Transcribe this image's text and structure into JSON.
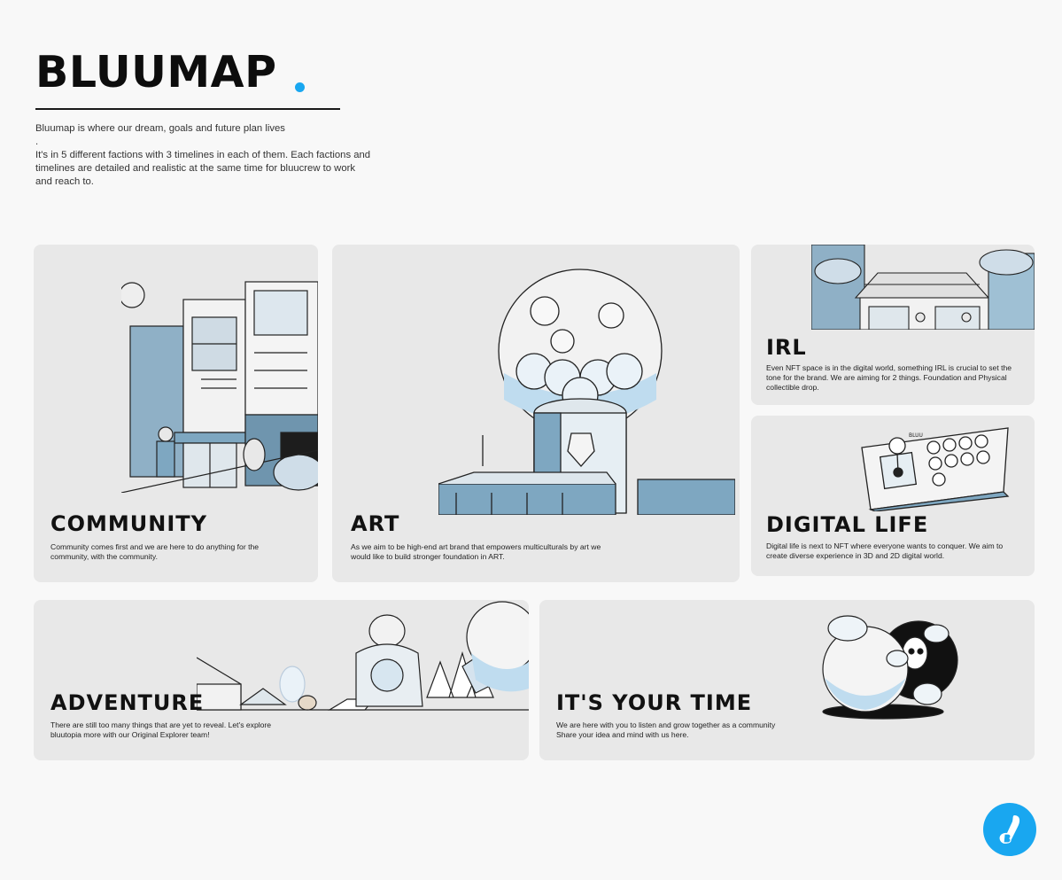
{
  "header": {
    "title": "BLUUMAP",
    "intro": "Bluumap is where our dream, goals and future plan lives\n.\nIt's in 5 different factions with 3 timelines in each of them. Each factions and timelines are detailed and realistic at the same time for bluucrew to work and reach to."
  },
  "cards": {
    "community": {
      "title": "COMMUNITY",
      "desc": "Community comes first and we are here to do anything for the community, with the community."
    },
    "art": {
      "title": "ART",
      "desc": "As we aim to be high-end art brand that empowers multiculturals by art we would like to build stronger foundation in ART."
    },
    "irl": {
      "title": "IRL",
      "desc": "Even NFT space is in the digital world, something IRL is crucial to set the tone for the brand. We are aiming for 2 things. Foundation and Physical collectible drop."
    },
    "digital_life": {
      "title": "DIGITAL LIFE",
      "desc": "Digital life is next to NFT where everyone wants to conquer. We aim to create diverse experience in 3D and 2D digital world.",
      "arcade_label": "BLUU"
    },
    "adventure": {
      "title": "ADVENTURE",
      "desc": "There are still too many things that are yet to reveal. Let's explore bluutopia more with our Original Explorer team!"
    },
    "your_time": {
      "title": "IT'S YOUR TIME",
      "desc": "We are here with you to listen and grow together as a community\nShare your idea and mind with us here."
    }
  },
  "colors": {
    "accent": "#19a7f0",
    "card_bg": "#e8e8e8",
    "art_blue": "#7ea7c1",
    "light_blue": "#bfdcef"
  },
  "icons": {
    "logo": "bluutopia-logo-icon"
  }
}
